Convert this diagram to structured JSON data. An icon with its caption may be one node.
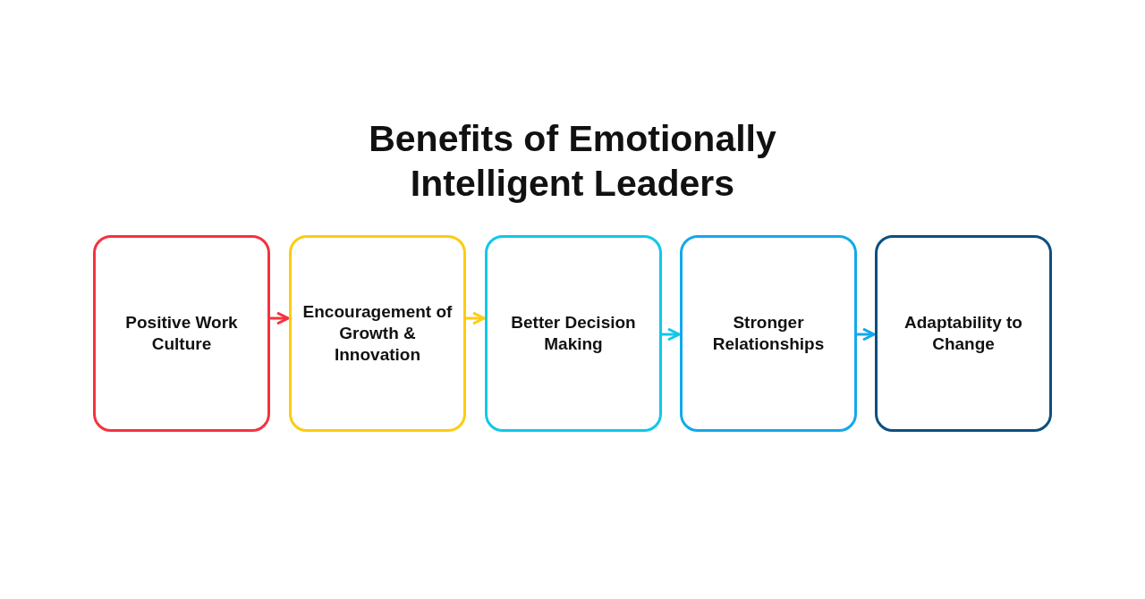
{
  "diagram": {
    "title": "Benefits of Emotionally Intelligent Leaders",
    "nodes": [
      {
        "text": [
          "Positive Work Culture"
        ]
      },
      {
        "text": [
          "Encouragement of Growth & Innovation"
        ]
      },
      {
        "text": [
          "Better Decision Making"
        ]
      },
      {
        "text": [
          "Stronger Relationships"
        ]
      },
      {
        "text": [
          "Adaptability to Change"
        ]
      }
    ],
    "edges": [
      {
        "from": 0,
        "to": 1,
        "arrow": "to",
        "color": "#f4333f"
      },
      {
        "from": 1,
        "to": 2,
        "arrow": "to",
        "color": "#fdcc10"
      },
      {
        "from": 2,
        "to": 3,
        "arrow": "to",
        "color": "#10c8e8"
      },
      {
        "from": 3,
        "to": 4,
        "arrow": "to",
        "color": "#14a8ea"
      }
    ]
  }
}
